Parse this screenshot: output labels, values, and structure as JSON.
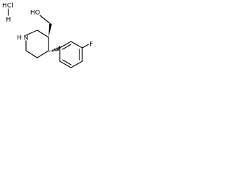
{
  "molecule": {
    "salt": {
      "label_cl": "HCl",
      "label_h": "H"
    },
    "atoms": {
      "hydroxyl": "HO",
      "amine": "N",
      "amine_h": "H",
      "fluorine": "F"
    },
    "stereo": {
      "c3_bond": "wedge",
      "c4_bond": "hash"
    }
  }
}
